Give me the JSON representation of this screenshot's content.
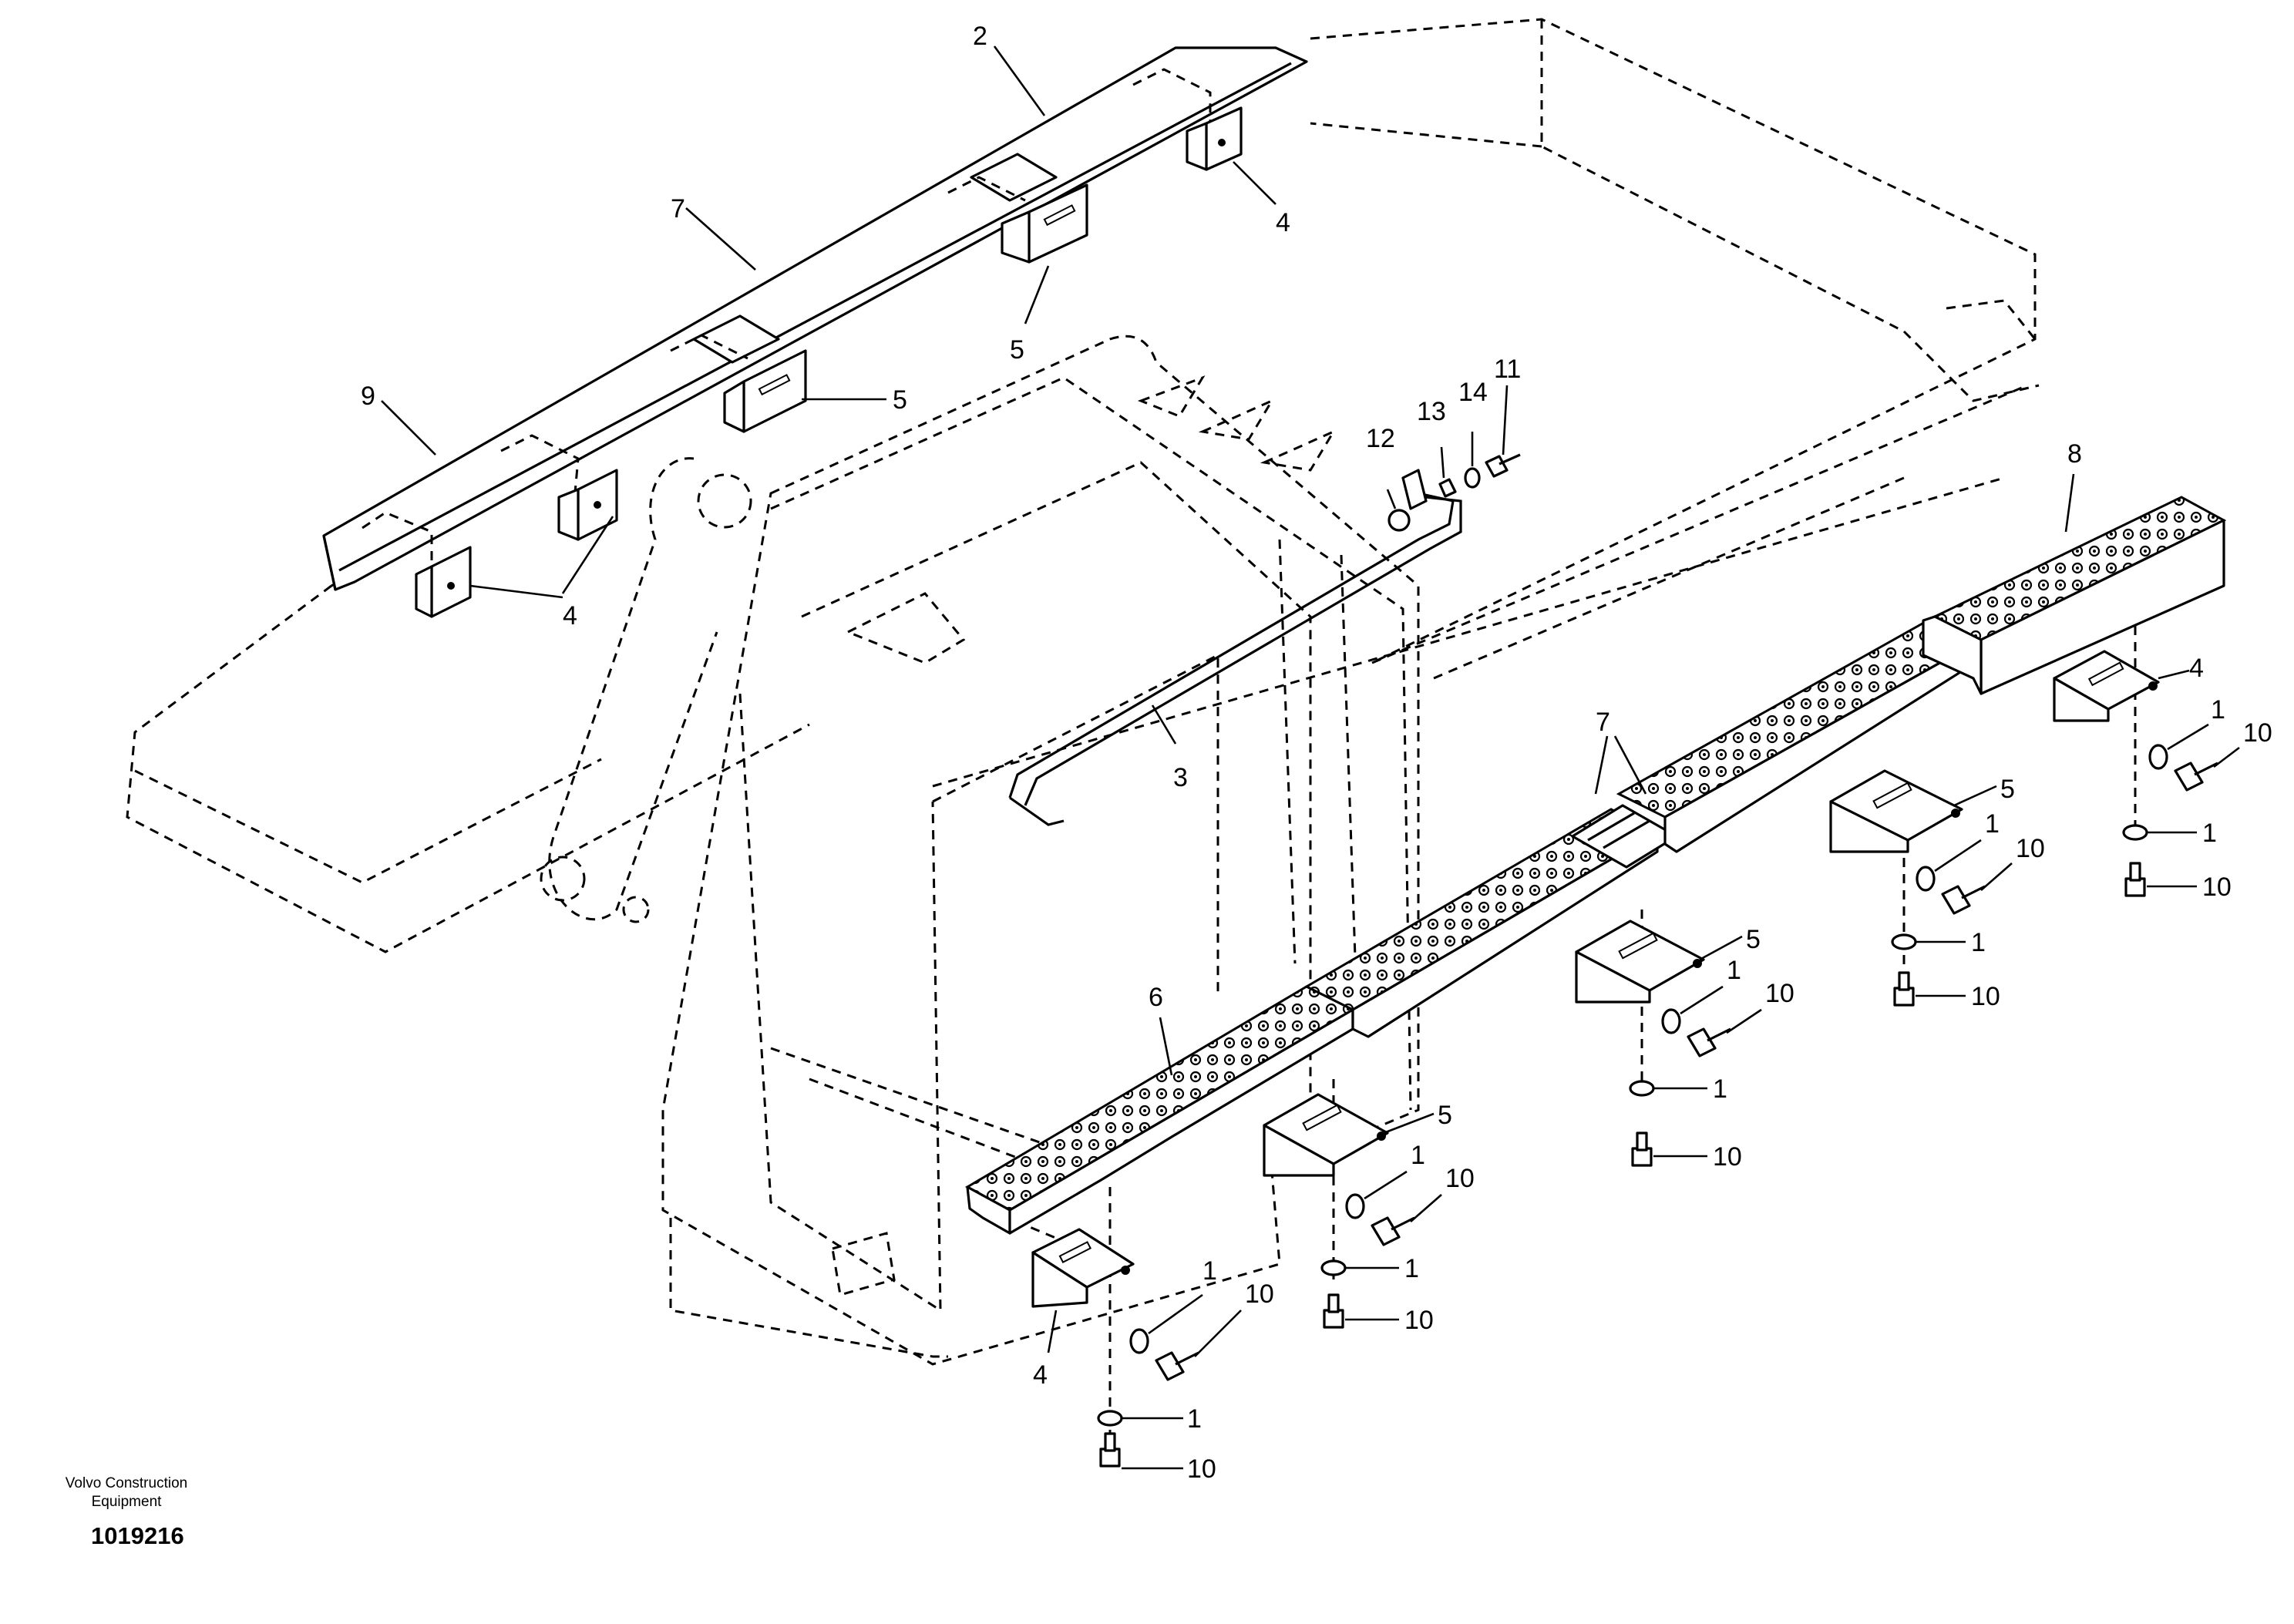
{
  "figure": {
    "publisher_line1": "Volvo Construction",
    "publisher_line2": "Equipment",
    "figure_number": "1019216"
  },
  "callouts": {
    "c1": "1",
    "c2": "2",
    "c3": "3",
    "c4": "4",
    "c5": "5",
    "c6": "6",
    "c7": "7",
    "c8": "8",
    "c9": "9",
    "c10": "10",
    "c11": "11",
    "c12": "12",
    "c13": "13",
    "c14": "14"
  },
  "colors": {
    "ink": "#000000",
    "paper": "#ffffff"
  }
}
